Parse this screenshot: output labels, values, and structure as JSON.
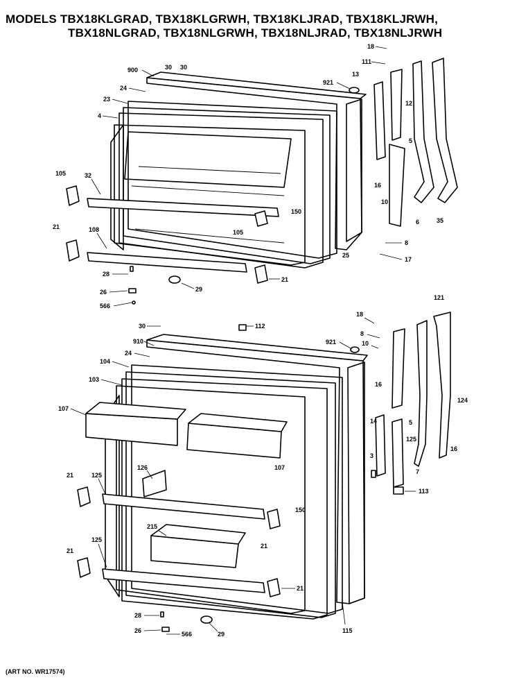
{
  "header": {
    "line1": "MODELS TBX18KLGRAD, TBX18KLGRWH, TBX18KLJRAD, TBX18KLJRWH,",
    "line2": "TBX18NLGRAD, TBX18NLGRWH, TBX18NLJRAD, TBX18NLJRWH"
  },
  "footer": {
    "art_no": "(ART NO. WR17574)"
  },
  "freezer_door_labels": {
    "p900": "900",
    "p30": "30",
    "p24": "24",
    "p23": "23",
    "p4": "4",
    "p921": "921",
    "p13": "13",
    "p18": "18",
    "p111": "111",
    "p12": "12",
    "p105a": "105",
    "p32": "32",
    "p105b": "105",
    "p150": "150",
    "p21a": "21",
    "p108": "108",
    "p28": "28",
    "p26": "26",
    "p566": "566",
    "p29": "29",
    "p21b": "21",
    "p25": "25",
    "p5": "5",
    "p16": "16",
    "p10": "10",
    "p8": "8",
    "p17": "17",
    "p6": "6",
    "p35": "35"
  },
  "fresh_food_door_labels": {
    "p30": "30",
    "p112": "112",
    "p910": "910",
    "p24": "24",
    "p104": "104",
    "p103": "103",
    "p107a": "107",
    "p107b": "107",
    "p921": "921",
    "p18": "18",
    "p8": "8",
    "p10": "10",
    "p121": "121",
    "p16a": "16",
    "p5": "5",
    "p124": "124",
    "p14": "14",
    "p125a": "125",
    "p16b": "16",
    "p7": "7",
    "p3": "3",
    "p113": "113",
    "p126": "126",
    "p21a": "21",
    "p125b": "125",
    "p150": "150",
    "p21b": "21",
    "p215": "215",
    "p21c": "21",
    "p125c": "125",
    "p21d": "21",
    "p28": "28",
    "p26": "26",
    "p566": "566",
    "p29": "29",
    "p115": "115"
  }
}
